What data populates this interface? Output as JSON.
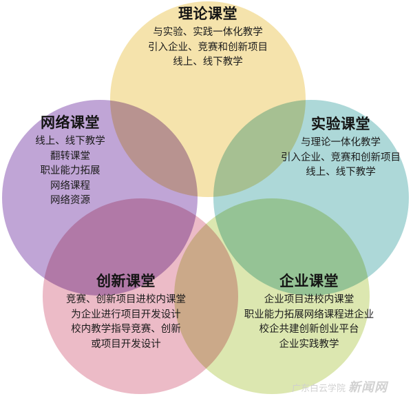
{
  "diagram": {
    "type": "venn",
    "circle_count": 5,
    "background": "#ffffff"
  },
  "groups": [
    {
      "id": "theory",
      "title": "理论课堂",
      "color": "#F5E3AC",
      "position": "top",
      "lines": [
        "与实验、实践一体化教学",
        "引入企业、竞赛和创新项目",
        "线上、线下教学"
      ]
    },
    {
      "id": "network",
      "title": "网络课堂",
      "color": "#C0A5D6",
      "position": "left",
      "lines": [
        "线上、线下教学",
        "翻转课堂",
        "职业能力拓展",
        "网络课程",
        "网络资源"
      ]
    },
    {
      "id": "experiment",
      "title": "实验课堂",
      "color": "#ADD8D8",
      "position": "right",
      "lines": [
        "与理论一体化教学",
        "引入企业、竞赛和创新项目",
        "线上、线下教学"
      ]
    },
    {
      "id": "innovation",
      "title": "创新课堂",
      "color": "#ECBBC7",
      "position": "bottom-left",
      "lines": [
        "竞赛、创新项目进校内课堂",
        "为企业进行项目开发设计",
        "校内教学指导竞赛、创新",
        "或项目开发设计"
      ]
    },
    {
      "id": "enterprise",
      "title": "企业课堂",
      "color": "#DCE7B0",
      "position": "bottom-right",
      "lines": [
        "企业项目进校内课堂",
        "职业能力拓展网络课程进企业",
        "校企共建创新创业平台",
        "企业实践教学"
      ]
    }
  ],
  "watermark": {
    "site": "广东白云学院",
    "label": "新闻网"
  }
}
